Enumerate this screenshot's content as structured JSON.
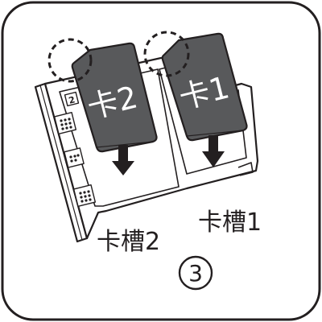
{
  "card2_label": "卡2",
  "card1_label": "卡1",
  "slot2_label": "卡槽2",
  "slot1_label": "卡槽1",
  "tray_slot_number": "2",
  "step_number": "3",
  "colors": {
    "card_fill": "#58595b",
    "outline": "#231f20",
    "tray_fill": "#ffffff",
    "background": "#ffffff"
  },
  "icons": [
    "sim-card-icon",
    "down-arrow-icon",
    "dashed-circle-icon"
  ]
}
